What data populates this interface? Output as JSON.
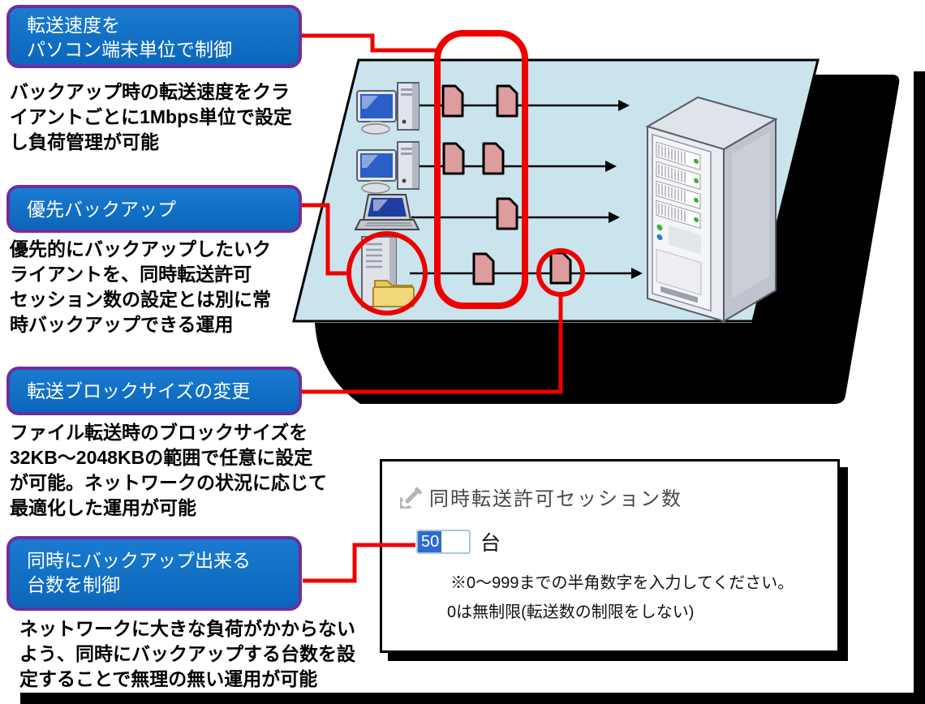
{
  "figure": {
    "callouts": [
      {
        "box_lines": [
          "転送速度を",
          "パソコン端末単位で制御"
        ],
        "desc_lines": [
          "バックアップ時の転送速度をクラ",
          "イアントごとに1Mbps単位で設定",
          "し負荷管理が可能"
        ]
      },
      {
        "box_lines": [
          "優先バックアップ"
        ],
        "desc_lines": [
          "優先的にバックアップしたいク",
          "ライアントを、同時転送許可",
          "セッション数の設定とは別に常",
          "時バックアップできる運用"
        ]
      },
      {
        "box_lines": [
          "転送ブロックサイズの変更"
        ],
        "desc_lines": [
          "ファイル転送時のブロックサイズを",
          "32KB～2048KBの範囲で任意に設定",
          "が可能。ネットワークの状況に応じて",
          "最適化した運用が可能"
        ]
      },
      {
        "box_lines": [
          "同時にバックアップ出来る",
          "台数を制御"
        ],
        "desc_lines": [
          "ネットワークに大きな負荷がかからない",
          "よう、同時にバックアップする台数を設",
          "定することで無理の無い運用が可能"
        ]
      }
    ],
    "panel": {
      "title": "同時転送許可セッション数",
      "input_value": "50",
      "unit": "台",
      "notes": [
        "※0～999までの半角数字を入力してください。",
        "0は無制限(転送数の制限をしない)"
      ]
    },
    "colors": {
      "callout_fill": "#0d6fc4",
      "callout_border": "#6b2fa0",
      "annotation_red": "#ee0000",
      "parallelogram_fill": "#c9e4ec",
      "document_fill": "#dd9d9d",
      "folder_yellow": "#f2d878",
      "selection_blue": "#2e6bd0",
      "panel_title_gray": "#474747",
      "shadow_black": "#000000"
    },
    "icons": {
      "desktop_pc": "desktop-pc-icon",
      "laptop": "laptop-icon",
      "priority_server": "file-server-with-folder-icon",
      "backup_server": "backup-server-icon",
      "document": "document-icon",
      "wrench": "wrench-icon"
    }
  }
}
